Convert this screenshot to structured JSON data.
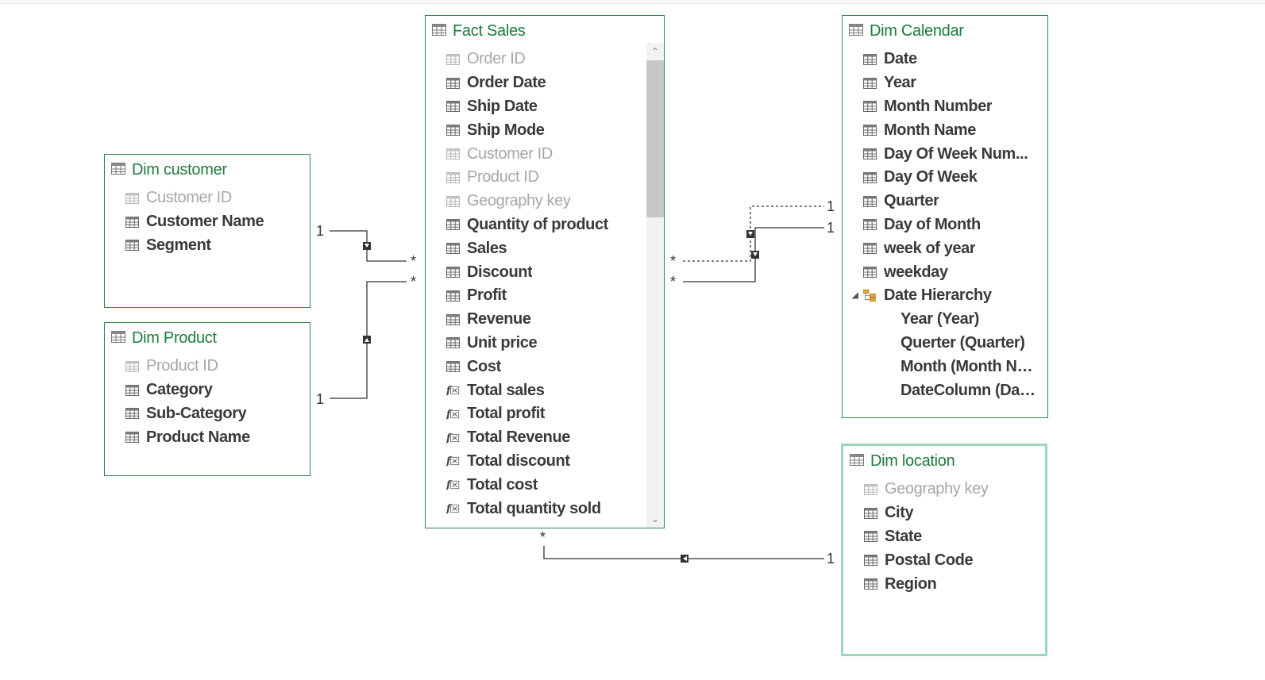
{
  "tables": {
    "dim_customer": {
      "title": "Dim customer",
      "fields": [
        "Customer ID",
        "Customer Name",
        "Segment"
      ]
    },
    "dim_product": {
      "title": "Dim Product",
      "fields": [
        "Product ID",
        "Category",
        "Sub-Category",
        "Product Name"
      ]
    },
    "fact_sales": {
      "title": "Fact Sales",
      "fields": [
        "Order ID",
        "Order Date",
        "Ship Date",
        "Ship Mode",
        "Customer ID",
        "Product ID",
        "Geography key",
        "Quantity of product",
        "Sales",
        "Discount",
        "Profit",
        "Revenue",
        "Unit price",
        "Cost"
      ],
      "measures": [
        "Total sales",
        "Total profit",
        "Total Revenue",
        "Total discount",
        "Total cost",
        "Total quantity sold"
      ]
    },
    "dim_calendar": {
      "title": "Dim Calendar",
      "fields": [
        "Date",
        "Year",
        "Month Number",
        "Month Name",
        "Day Of Week Num...",
        "Day Of Week",
        "Quarter",
        "Day of Month",
        "week of year",
        "weekday"
      ],
      "hierarchy": "Date Hierarchy",
      "hierarchy_levels": [
        "Year (Year)",
        "Querter (Quarter)",
        "Month (Month Na...",
        "DateColumn (Dat..."
      ]
    },
    "dim_location": {
      "title": "Dim location",
      "fields": [
        "Geography key",
        "City",
        "State",
        "Postal Code",
        "Region"
      ]
    }
  },
  "cardinality": {
    "customer_one": "1",
    "customer_many": "*",
    "product_one": "1",
    "product_many": "*",
    "calendar_one_a": "1",
    "calendar_one_b": "1",
    "calendar_many_a": "*",
    "calendar_many_b": "*",
    "location_many": "*",
    "location_one": "1"
  },
  "colors": {
    "table_title": "#1e7a3e",
    "table_border": "#2d8a4e",
    "selected_border": "#9fd6b8",
    "hidden_field": "#a7a7a7",
    "field_text": "#3a3a3a"
  },
  "icons": {
    "column": "column-icon",
    "measure": "measure-icon",
    "hierarchy": "hierarchy-icon",
    "table": "table-icon"
  }
}
